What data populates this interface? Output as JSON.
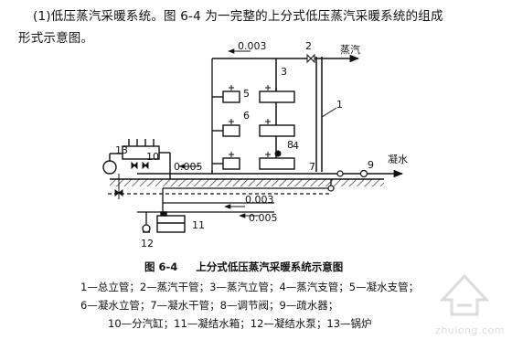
{
  "intro": {
    "line1": "(1)低压蒸汽采暖系统。图 6-4 为一完整的上分式低压蒸汽采暖系统的组成",
    "line2": "形式示意图。"
  },
  "figure": {
    "labels": {
      "n1": "1",
      "n2": "2",
      "n3": "3",
      "n4": "4",
      "n5": "5",
      "n6": "6",
      "n7": "7",
      "n8": "8",
      "n9": "9",
      "n10": "10",
      "n11": "11",
      "n12": "12",
      "n13": "13"
    },
    "steam_label": "蒸汽",
    "condensate_label": "凝水",
    "slope_labels": {
      "top": "0.003",
      "left": "0.005",
      "bottom1": "0.003",
      "bottom2": "0.005"
    }
  },
  "caption": {
    "fig_no": "图 6-4",
    "title": "上分式低压蒸汽采暖系统示意图"
  },
  "legend": {
    "line1": "1—总立管；2—蒸汽干管；3—蒸汽立管；4—蒸汽支管；5—凝水支管；",
    "line2": "6—凝水立管；7—凝水干管；8—调节阀；9—疏水器；",
    "line3": "10—分汽缸；11—凝结水箱；12—凝结水泵；13—锅炉"
  },
  "watermark": {
    "text": "zhulong.com"
  },
  "colors": {
    "line": "#111111",
    "background": "#ffffff",
    "watermark": "#9a9a9a"
  }
}
